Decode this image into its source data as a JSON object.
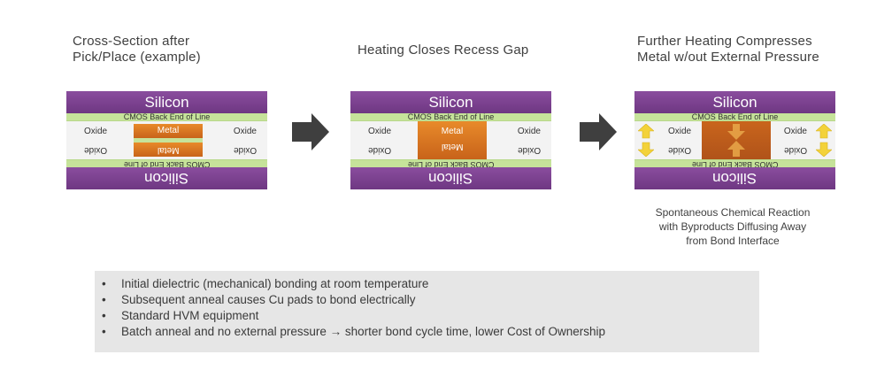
{
  "stages": [
    {
      "title_line1": "Cross-Section after",
      "title_line2": "Pick/Place (example)"
    },
    {
      "title_line1": "Heating Closes Recess Gap",
      "title_line2": ""
    },
    {
      "title_line1": "Further Heating Compresses",
      "title_line2": "Metal w/out External Pressure"
    }
  ],
  "layers": {
    "silicon": "Silicon",
    "beol": "CMOS Back End of Line",
    "oxide": "Oxide",
    "metal": "Metal"
  },
  "caption": {
    "line1": "Spontaneous Chemical Reaction",
    "line2": "with Byproducts Diffusing Away",
    "line3": "from Bond Interface"
  },
  "bullets": [
    "Initial dielectric (mechanical) bonding at room temperature",
    "Subsequent anneal causes Cu pads to bond electrically",
    "Standard HVM equipment",
    "Batch anneal and no external pressure → shorter bond cycle time, lower Cost of Ownership"
  ],
  "colors": {
    "silicon": "#7a3f8f",
    "beol": "#c6e39a",
    "metal": "#e07a24",
    "arrow": "#3f3f3f",
    "pressure_arrow": "#f3d23a"
  }
}
